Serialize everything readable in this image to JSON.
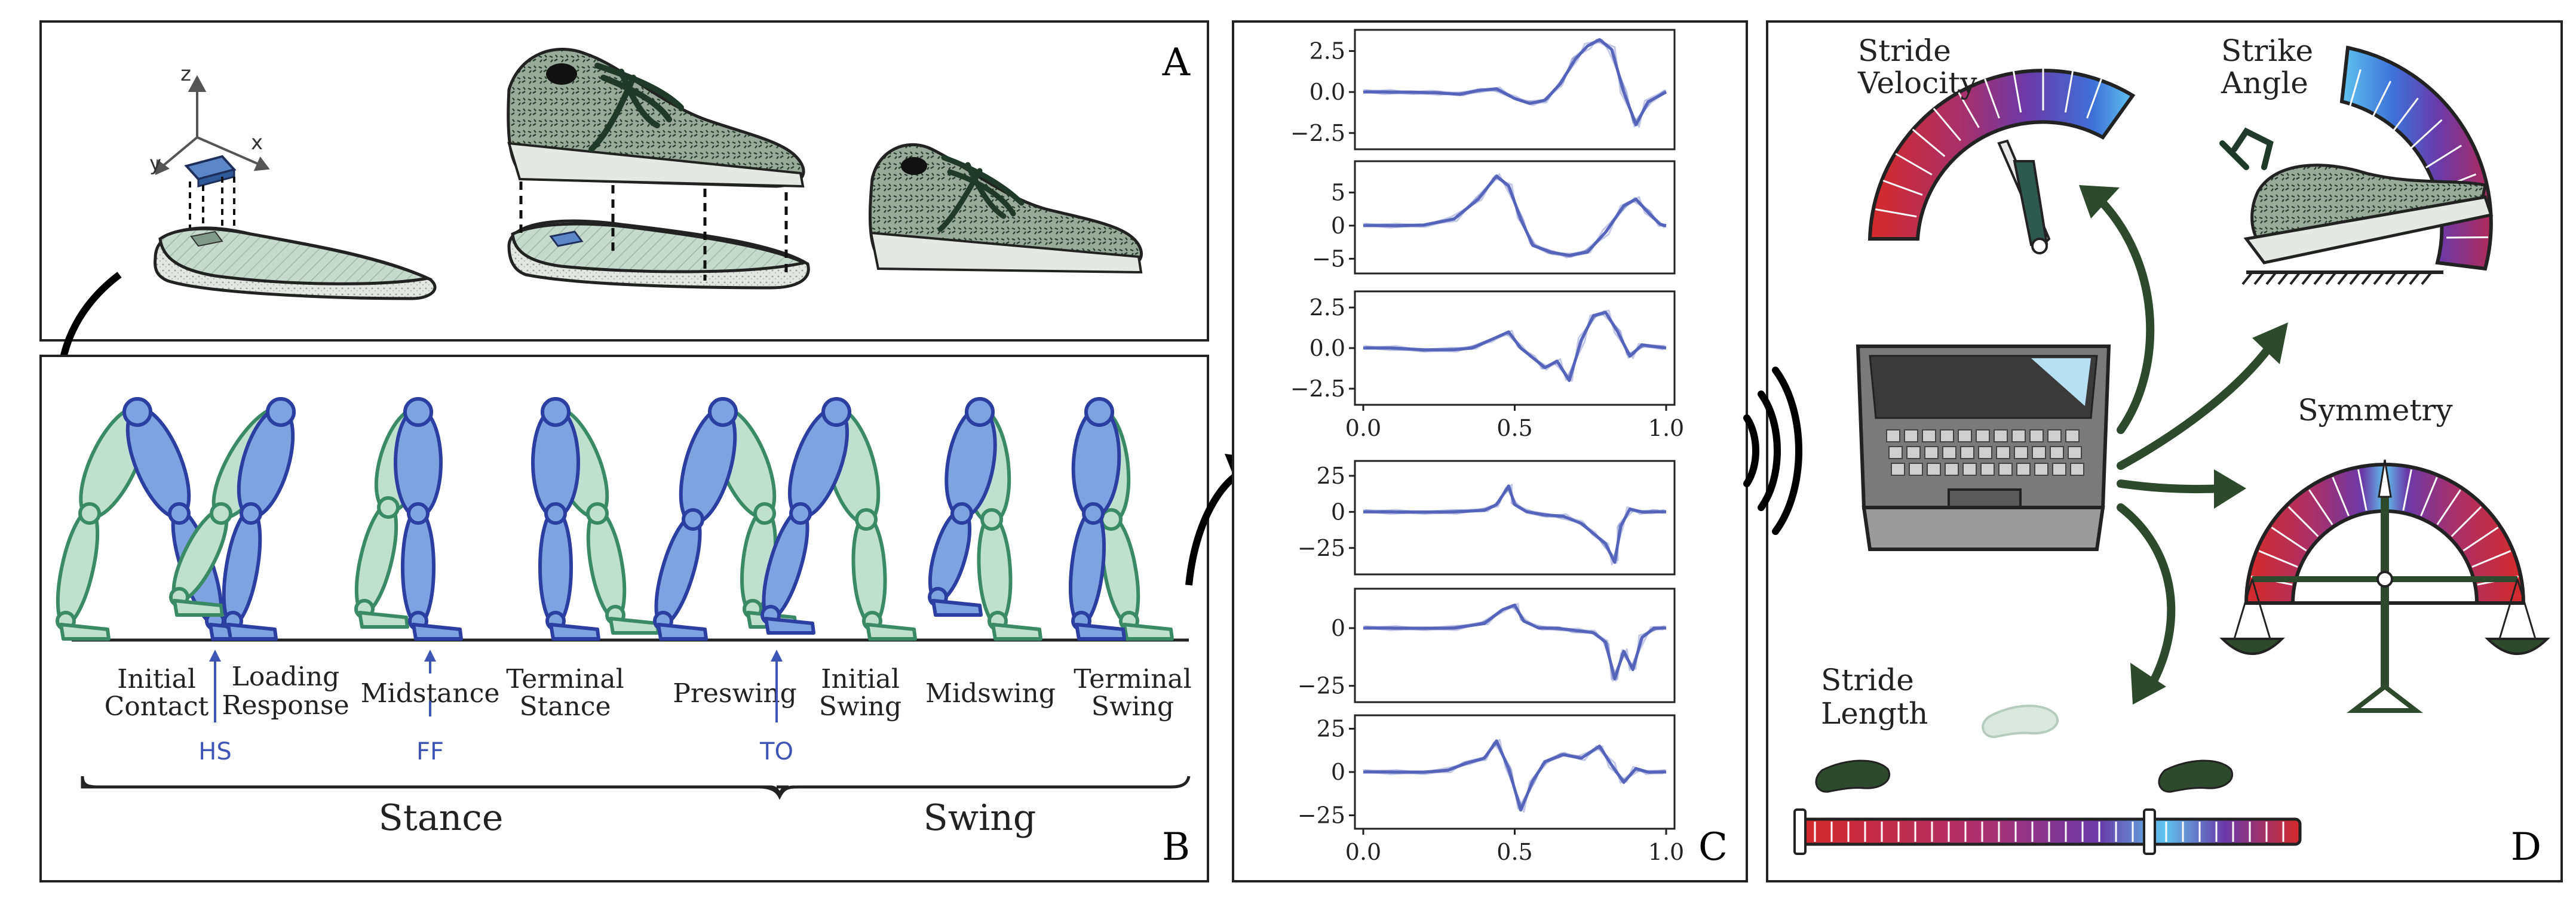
{
  "panel_a": {
    "letter": "A",
    "axes": {
      "z": "z",
      "y": "y",
      "x": "x"
    }
  },
  "panel_b": {
    "letter": "B",
    "phases": [
      {
        "line1": "Initial",
        "line2": "Contact"
      },
      {
        "line1": "Loading",
        "line2": "Response"
      },
      {
        "line1": "Midstance",
        "line2": ""
      },
      {
        "line1": "Terminal",
        "line2": "Stance"
      },
      {
        "line1": "Preswing",
        "line2": ""
      },
      {
        "line1": "Initial",
        "line2": "Swing"
      },
      {
        "line1": "Midswing",
        "line2": ""
      },
      {
        "line1": "Terminal",
        "line2": "Swing"
      }
    ],
    "events": [
      "HS",
      "FF",
      "TO"
    ],
    "groups": [
      "Stance",
      "Swing"
    ],
    "colors": {
      "leg_front": "#7fa3e0",
      "leg_back": "#bfe0cf",
      "event": "#3f55b5"
    }
  },
  "panel_c": {
    "letter": "C",
    "line_color": "#5060b8"
  },
  "chart_data": [
    {
      "type": "line",
      "ylim": [
        -3.2,
        3.5
      ],
      "yticks": [
        "2.5",
        "0.0",
        "−2.5"
      ],
      "xticks": [],
      "series": [
        {
          "x": [
            0,
            0.08,
            0.16,
            0.24,
            0.32,
            0.38,
            0.44,
            0.5,
            0.55,
            0.6,
            0.65,
            0.7,
            0.74,
            0.78,
            0.82,
            0.86,
            0.9,
            0.94,
            1.0
          ],
          "values": [
            0,
            0,
            0,
            -0.05,
            -0.15,
            0.1,
            0.2,
            -0.4,
            -0.7,
            -0.5,
            0.5,
            2.0,
            2.8,
            3.2,
            2.6,
            0.0,
            -2.0,
            -0.6,
            0.0
          ]
        }
      ]
    },
    {
      "type": "line",
      "ylim": [
        -6.5,
        9
      ],
      "yticks": [
        "5",
        "0",
        "−5"
      ],
      "xticks": [],
      "series": [
        {
          "x": [
            0,
            0.1,
            0.2,
            0.3,
            0.38,
            0.44,
            0.48,
            0.52,
            0.56,
            0.62,
            0.68,
            0.74,
            0.8,
            0.86,
            0.9,
            0.94,
            0.98,
            1.0
          ],
          "values": [
            0,
            0,
            0.1,
            1.0,
            4.0,
            7.5,
            6.0,
            1.0,
            -3.0,
            -4.0,
            -4.5,
            -4.0,
            -1.0,
            3.0,
            4.0,
            2.0,
            0.2,
            0.0
          ]
        }
      ]
    },
    {
      "type": "line",
      "ylim": [
        -3.2,
        3.2
      ],
      "yticks": [
        "2.5",
        "0.0",
        "−2.5"
      ],
      "xticks": [
        "0.0",
        "0.5",
        "1.0"
      ],
      "series": [
        {
          "x": [
            0,
            0.1,
            0.2,
            0.3,
            0.36,
            0.42,
            0.48,
            0.52,
            0.56,
            0.6,
            0.64,
            0.68,
            0.72,
            0.76,
            0.8,
            0.84,
            0.88,
            0.92,
            1.0
          ],
          "values": [
            0,
            0,
            -0.1,
            -0.1,
            0.0,
            0.5,
            1.0,
            0.0,
            -0.6,
            -1.2,
            -0.8,
            -2.0,
            0.5,
            2.0,
            2.2,
            1.0,
            -0.5,
            0.2,
            0.0
          ]
        }
      ]
    },
    {
      "type": "line",
      "ylim": [
        -40,
        32
      ],
      "yticks": [
        "25",
        "0",
        "−25"
      ],
      "xticks": [],
      "series": [
        {
          "x": [
            0,
            0.1,
            0.2,
            0.3,
            0.4,
            0.44,
            0.48,
            0.5,
            0.54,
            0.6,
            0.66,
            0.72,
            0.76,
            0.8,
            0.83,
            0.85,
            0.88,
            0.92,
            0.96,
            1.0
          ],
          "values": [
            0,
            0,
            0,
            0,
            1,
            5,
            18,
            5,
            0,
            -2,
            -3,
            -8,
            -15,
            -22,
            -35,
            -10,
            2,
            0,
            0,
            0
          ]
        }
      ]
    },
    {
      "type": "line",
      "ylim": [
        -30,
        15
      ],
      "yticks": [
        "0",
        "−25"
      ],
      "xticks": [],
      "series": [
        {
          "x": [
            0,
            0.1,
            0.2,
            0.3,
            0.4,
            0.46,
            0.5,
            0.53,
            0.58,
            0.64,
            0.7,
            0.76,
            0.8,
            0.83,
            0.86,
            0.89,
            0.92,
            0.96,
            1.0
          ],
          "values": [
            0,
            0,
            0,
            0,
            2,
            8,
            10,
            3,
            0,
            0,
            -1,
            -2,
            -6,
            -22,
            -10,
            -18,
            -4,
            0,
            0
          ]
        }
      ]
    },
    {
      "type": "line",
      "ylim": [
        -30,
        30
      ],
      "yticks": [
        "25",
        "0",
        "−25"
      ],
      "xticks": [
        "0.0",
        "0.5",
        "1.0"
      ],
      "series": [
        {
          "x": [
            0,
            0.1,
            0.2,
            0.28,
            0.34,
            0.4,
            0.44,
            0.48,
            0.52,
            0.56,
            0.6,
            0.66,
            0.72,
            0.78,
            0.82,
            0.86,
            0.9,
            0.94,
            1.0
          ],
          "values": [
            0,
            0,
            0,
            1,
            5,
            8,
            18,
            2,
            -22,
            -5,
            6,
            10,
            8,
            15,
            4,
            -6,
            2,
            0,
            0
          ]
        }
      ]
    }
  ],
  "panel_d": {
    "letter": "D",
    "stride_velocity": {
      "line1": "Stride",
      "line2": "Velocity",
      "level": 0.47
    },
    "strike_angle": {
      "line1": "Strike",
      "line2": "Angle"
    },
    "symmetry": {
      "label": "Symmetry",
      "level": 0.5
    },
    "stride_length": {
      "line1": "Stride",
      "line2": "Length",
      "level": 0.7
    },
    "colors": {
      "arrow": "#2d4a2c",
      "gauge_low": "#d52a2a",
      "gauge_mid": "#6a3aa8",
      "gauge_high": "#5fc3ee"
    }
  }
}
